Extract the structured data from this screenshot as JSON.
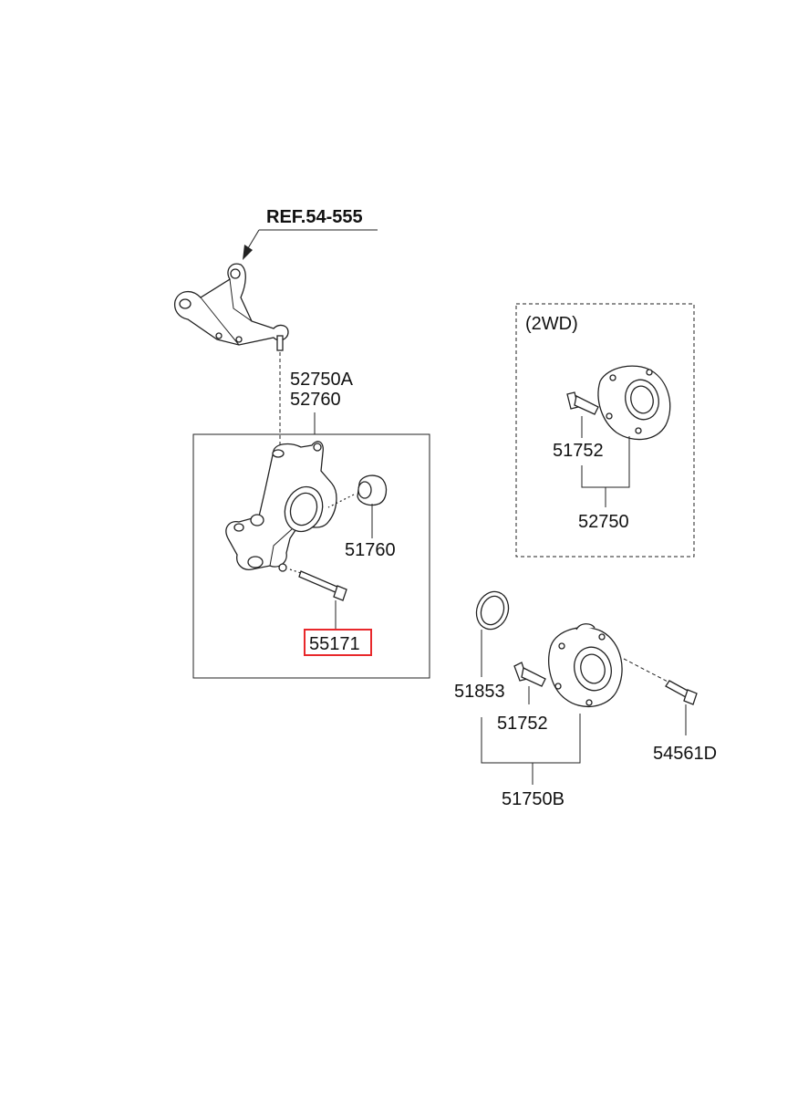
{
  "reference": {
    "text": "REF.54-555"
  },
  "group_2wd": {
    "label": "(2WD)"
  },
  "labels": {
    "knuckle_a": "52750A",
    "knuckle_b": "52760",
    "bushing": "51760",
    "knuckle_bolt": "55171",
    "hub_bolt_2wd": "51752",
    "hub_assy_2wd": "52750",
    "o_ring": "51853",
    "hub_bolt": "51752",
    "flange_bolt": "54561D",
    "hub_assy": "51750B"
  },
  "highlight": {
    "part": "55171",
    "color": "#e8282b"
  },
  "colors": {
    "line": "#222222",
    "text": "#111111",
    "background": "#ffffff"
  }
}
